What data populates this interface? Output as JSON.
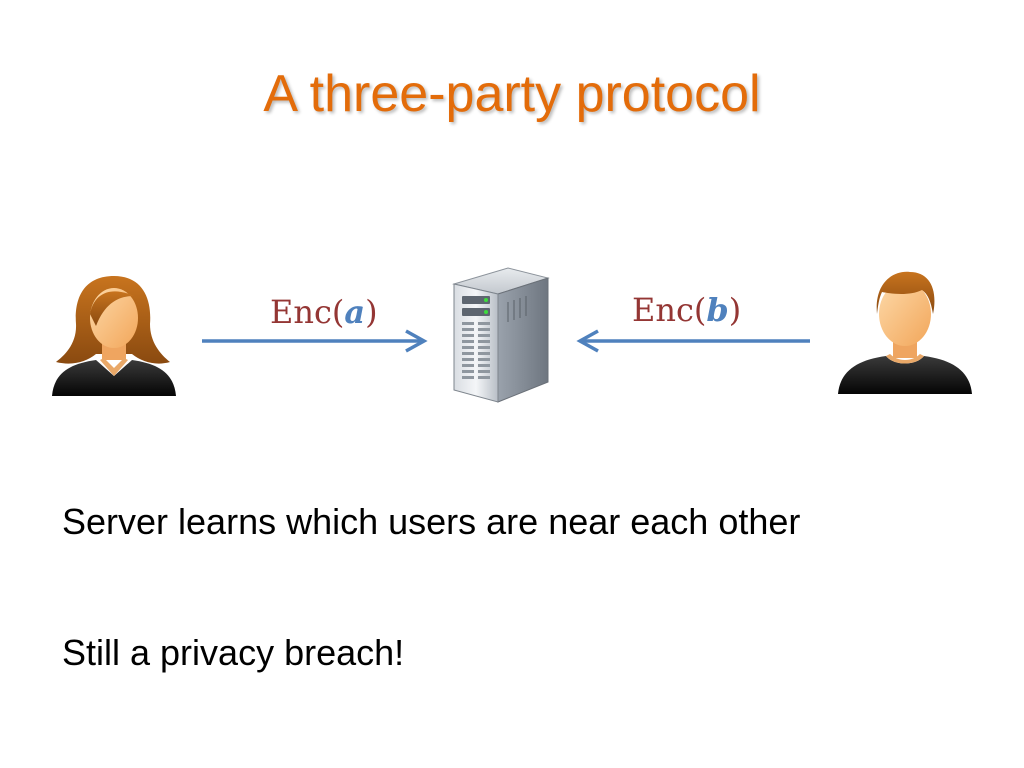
{
  "title": "A three-party protocol",
  "diagram": {
    "left_label": {
      "prefix": "Enc(",
      "var": "a",
      "suffix": ")"
    },
    "right_label": {
      "prefix": "Enc(",
      "var": "b",
      "suffix": ")"
    },
    "nodes": {
      "left": "woman-user-icon",
      "center": "server-icon",
      "right": "man-user-icon"
    }
  },
  "bullets": [
    "Server learns which users are near each other",
    "Still a privacy breach!"
  ],
  "colors": {
    "title": "#E36C0A",
    "label": "#943634",
    "variable": "#4F81BD",
    "arrow": "#4F81BD"
  }
}
